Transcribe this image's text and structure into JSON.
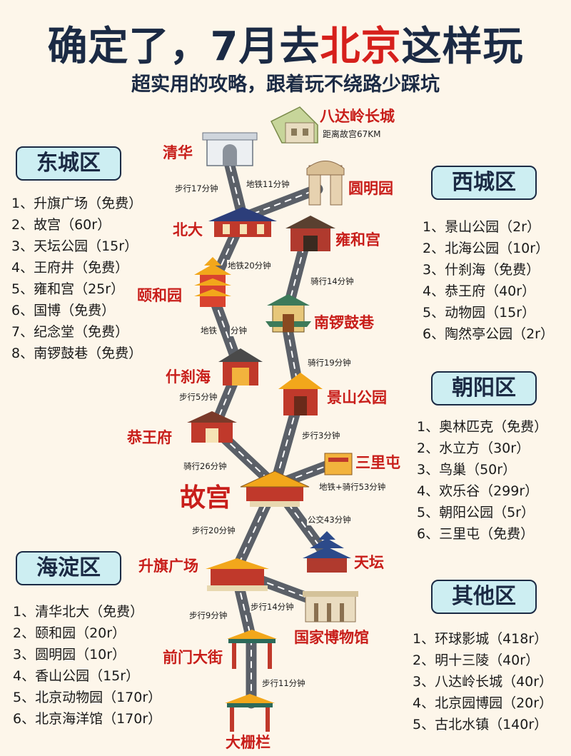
{
  "title": {
    "part1": "确定了，7月去",
    "highlight": "北京",
    "part2": "这样玩"
  },
  "subtitle": "超实用的攻略，跟着玩不绕路少踩坑",
  "districts": {
    "dongcheng": {
      "name": "东城区",
      "items": [
        "1、升旗广场（免费）",
        "2、故宫（60r）",
        "3、天坛公园（15r）",
        "4、王府井（免费）",
        "5、雍和宫（25r）",
        "6、国博（免费）",
        "7、纪念堂（免费）",
        "8、南锣鼓巷（免费）"
      ]
    },
    "xicheng": {
      "name": "西城区",
      "items": [
        "1、景山公园（2r）",
        "2、北海公园（10r）",
        "3、什刹海（免费）",
        "4、恭王府（40r）",
        "5、动物园（15r）",
        "6、陶然亭公园（2r）"
      ]
    },
    "chaoyang": {
      "name": "朝阳区",
      "items": [
        "1、奥林匹克（免费）",
        "2、水立方（30r）",
        "3、鸟巢（50r）",
        "4、欢乐谷（299r）",
        "5、朝阳公园（5r）",
        "6、三里屯（免费）"
      ]
    },
    "haidian": {
      "name": "海淀区",
      "items": [
        "1、清华北大（免费）",
        "2、颐和园（20r）",
        "3、圆明园（10r）",
        "4、香山公园（15r）",
        "5、北京动物园（170r）",
        "6、北京海洋馆（170r）"
      ]
    },
    "other": {
      "name": "其他区",
      "items": [
        "1、环球影城（418r）",
        "2、明十三陵（40r）",
        "3、八达岭长城（40r）",
        "4、北京园博园（20r）",
        "5、古北水镇（140r）"
      ]
    }
  },
  "map": {
    "badaling": "八达岭长城",
    "badaling_note": "距离故宫67KM",
    "places": {
      "qinghua": "清华",
      "yuanmingyuan": "圆明园",
      "beida": "北大",
      "yonghegong": "雍和宫",
      "yiheyuan": "颐和园",
      "nanluoguxiang": "南锣鼓巷",
      "shichahai": "什刹海",
      "jingshan": "景山公园",
      "gongwangfu": "恭王府",
      "sanlitun": "三里屯",
      "gugong": "故宫",
      "tiantan": "天坛",
      "shengqi": "升旗广场",
      "guobo": "国家博物馆",
      "qianmen": "前门大街",
      "dashilan": "大栅栏"
    },
    "edges": {
      "qh_bd": "步行17分钟",
      "bd_ymy": "地铁11分钟",
      "bd_yhy": "地铁20分钟",
      "yhg_nlg": "骑行14分钟",
      "yhy_sch": "地铁",
      "yhy_sch2": "分钟",
      "nlg_js": "骑行19分钟",
      "sch_gwf": "步行5分钟",
      "js_gg": "步行3分钟",
      "gwf_gg": "骑行26分钟",
      "gg_slt": "地铁+骑行53分钟",
      "gg_tt": "公交43分钟",
      "gg_sq": "步行20分钟",
      "sq_gb": "步行14分钟",
      "sq_qm": "步行9分钟",
      "qm_dsl": "步行11分钟"
    }
  },
  "colors": {
    "title": "#1b2a44",
    "accent": "#d6201c",
    "district_bg": "#cdeef2",
    "road": "#5b6068"
  }
}
